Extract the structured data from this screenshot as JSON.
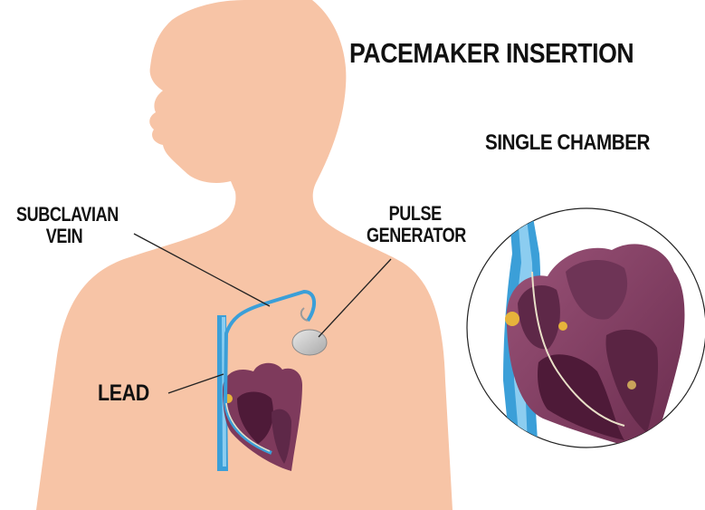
{
  "title": "PACEMAKER INSERTION",
  "inset": {
    "title": "SINGLE CHAMBER"
  },
  "labels": {
    "subclavian_vein_line1": "SUBCLAVIAN",
    "subclavian_vein_line2": "VEIN",
    "pulse_generator_line1": "PULSE",
    "pulse_generator_line2": "GENERATOR",
    "lead": "LEAD"
  },
  "colors": {
    "skin": "#f7c4a6",
    "vein": "#3b9fd8",
    "vein_light": "#8ccdf0",
    "heart": "#7e3a5c",
    "heart_dark": "#4e1a38",
    "heart_inner": "#5e2848",
    "lead_wire": "#e9e0c8",
    "generator": "#c8c8c8",
    "leader_line": "#222222"
  }
}
